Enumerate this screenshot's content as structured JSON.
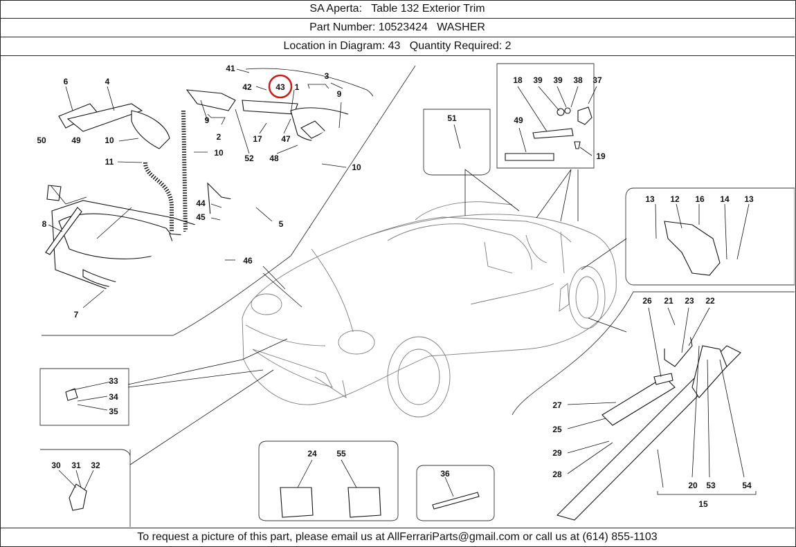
{
  "header": {
    "line1": "SA Aperta:   Table 132 Exterior Trim",
    "line2": "Part Number: 10523424   WASHER",
    "line3": "Location in Diagram: 43   Quantity Required: 2"
  },
  "footer": {
    "text": "To request a picture of this part, please email us at AllFerrariParts@gmail.com or call us at (614) 855-1103"
  },
  "diagram": {
    "highlighted_label": "43",
    "labels": [
      "1",
      "2",
      "3",
      "4",
      "5",
      "6",
      "7",
      "8",
      "9",
      "9",
      "10",
      "10",
      "10",
      "10",
      "11",
      "12",
      "13",
      "13",
      "14",
      "15",
      "16",
      "17",
      "18",
      "19",
      "20",
      "21",
      "22",
      "23",
      "24",
      "25",
      "26",
      "27",
      "28",
      "29",
      "30",
      "31",
      "32",
      "33",
      "34",
      "35",
      "36",
      "37",
      "38",
      "39",
      "41",
      "42",
      "43",
      "44",
      "45",
      "46",
      "47",
      "48",
      "49",
      "49",
      "50",
      "51",
      "52",
      "53",
      "54",
      "55"
    ],
    "colors": {
      "highlight": "#d01818",
      "line": "#111111",
      "car_outline": "#7a7a7a"
    }
  }
}
